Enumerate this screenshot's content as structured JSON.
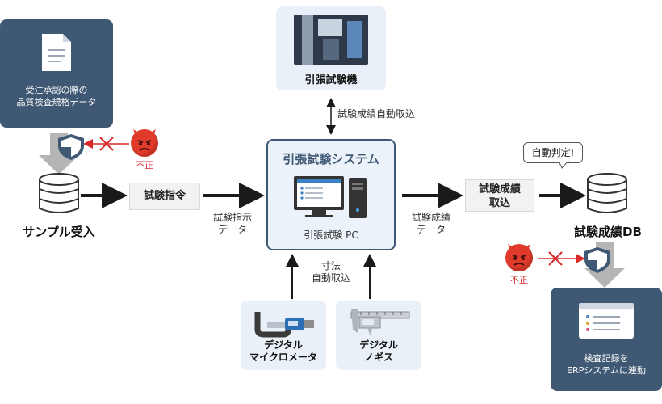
{
  "doc_box": {
    "line1": "受注承認の際の",
    "line2": "品質検査規格データ"
  },
  "tensile_machine": {
    "label": "引張試験機"
  },
  "auto_import_top": "試験成績自動取込",
  "center": {
    "title": "引張試験システム",
    "pc_label": "引張試験 PC"
  },
  "sample": {
    "label": "サンプル受入"
  },
  "instruction_box": "試験指令",
  "instruction_data": {
    "line1": "試験指示",
    "line2": "データ"
  },
  "result_data": {
    "line1": "試験成績",
    "line2": "データ"
  },
  "result_import_box": {
    "line1": "試験成績",
    "line2": "取込"
  },
  "judge_bubble": "自動判定!",
  "results_db": {
    "label": "試験成績DB"
  },
  "fraud_left": "不正",
  "fraud_right": "不正",
  "dimension": {
    "line1": "寸法",
    "line2": "自動取込"
  },
  "micrometer": {
    "line1": "デジタル",
    "line2": "マイクロメータ"
  },
  "caliper": {
    "line1": "デジタル",
    "line2": "ノギス"
  },
  "erp_box": {
    "line1": "検査記録を",
    "line2": "ERPシステムに連動"
  },
  "colors": {
    "dark": "#3f5873",
    "light": "#e9f0f8",
    "danger": "#d62828",
    "arrow": "#1a1a1a"
  }
}
